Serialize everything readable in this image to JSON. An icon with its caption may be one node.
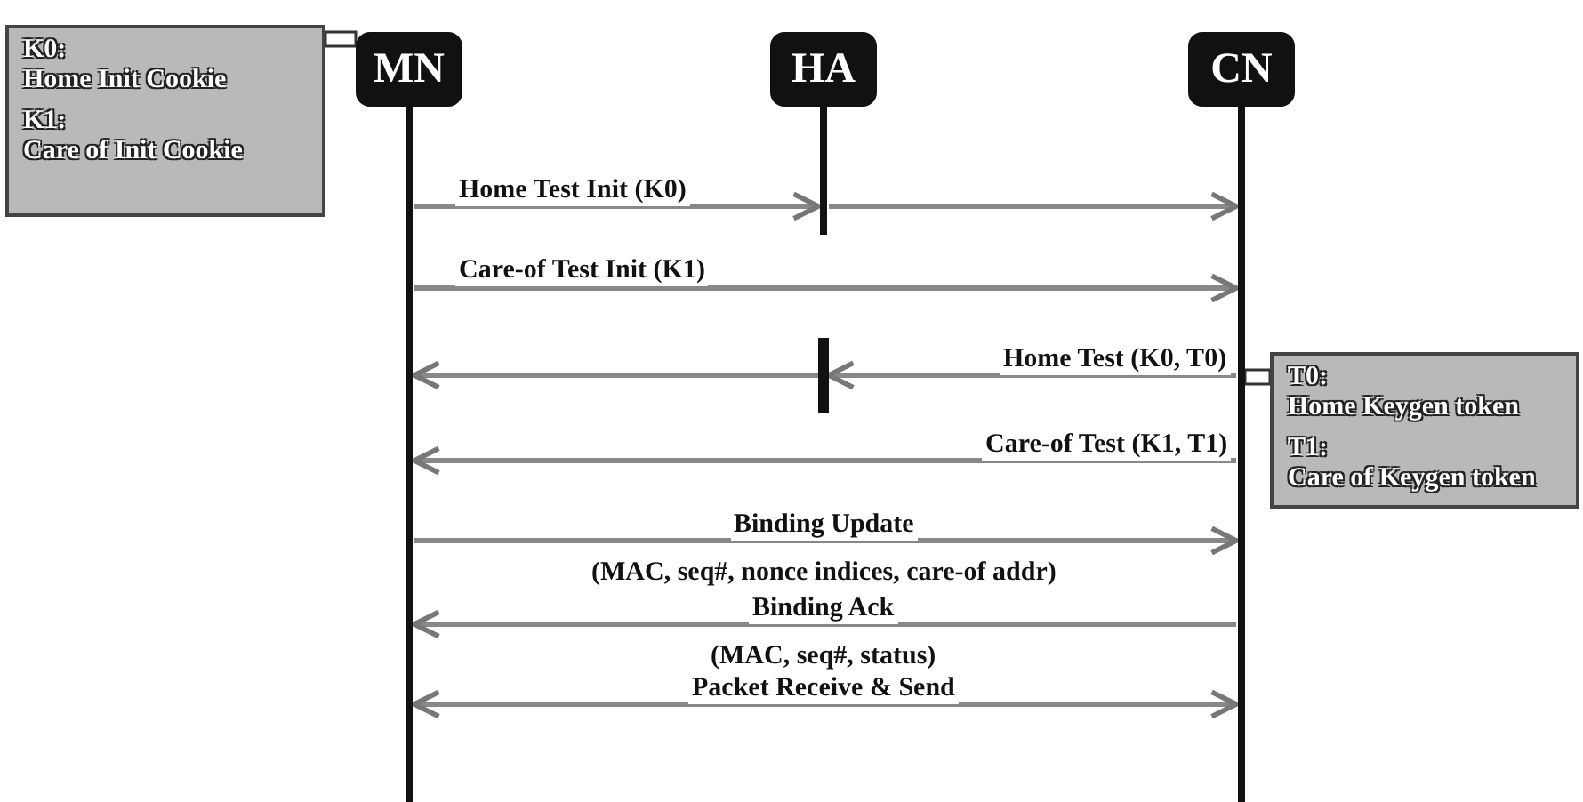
{
  "diagram": {
    "nodes": [
      {
        "text": [
          "K0:",
          "Home Init Cookie",
          "K1:",
          "Care of Init Cookie"
        ]
      },
      {
        "text": [
          "MN"
        ]
      },
      {
        "text": [
          "HA"
        ]
      },
      {
        "text": [
          "CN"
        ]
      },
      {
        "text": [
          "T0:",
          "Home Keygen token",
          "T1:",
          "Care of Keygen token"
        ]
      },
      {
        "text": [],
        "shape": "bar"
      }
    ],
    "edges": [
      {
        "from": 0,
        "to": 1,
        "arrow": "none"
      },
      {
        "from": 1,
        "to": 2,
        "label": "Home Test Init (K0)",
        "arrow": "to"
      },
      {
        "from": 2,
        "to": 3,
        "arrow": "to"
      },
      {
        "from": 1,
        "to": 3,
        "label": "Care-of Test Init (K1)",
        "arrow": "to"
      },
      {
        "from": 3,
        "to": 4,
        "arrow": "none"
      },
      {
        "from": 3,
        "to": 5,
        "label": "Home Test (K0, T0)",
        "arrow": "to"
      },
      {
        "from": 5,
        "to": 1,
        "arrow": "to"
      },
      {
        "from": 3,
        "to": 1,
        "label": "Care-of Test (K1, T1)",
        "arrow": "to"
      },
      {
        "from": 1,
        "to": 3,
        "label": "Binding Update",
        "arrow": "to"
      },
      {
        "from": 3,
        "to": 1,
        "label": "Binding Ack",
        "arrow": "to"
      },
      {
        "from": 1,
        "to": 3,
        "label": "Packet Receive & Send",
        "arrow": "both"
      }
    ],
    "labels": [
      "(MAC, seq#, nonce indices, care-of addr)",
      "(MAC, seq#, status)"
    ]
  }
}
